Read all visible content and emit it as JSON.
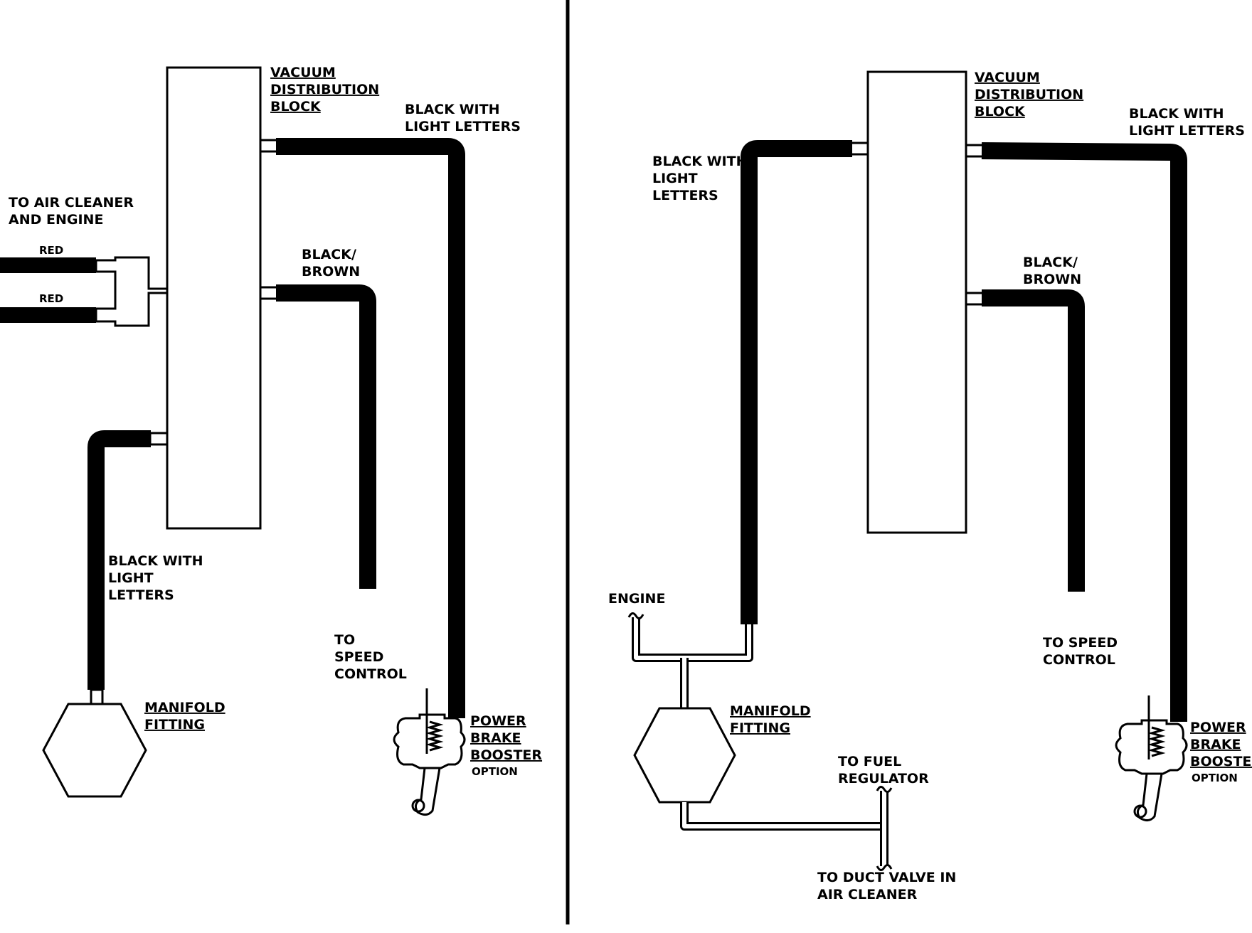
{
  "colors": {
    "ink": "#000000",
    "paper": "#ffffff"
  },
  "left": {
    "block_label": [
      "VACUUM",
      "DISTRIBUTION",
      "BLOCK"
    ],
    "black_light_top": [
      "BLACK WITH",
      "LIGHT LETTERS"
    ],
    "air_cleaner": [
      "TO AIR CLEANER",
      "AND ENGINE"
    ],
    "red_1": "RED",
    "red_2": "RED",
    "black_brown": [
      "BLACK/",
      "BROWN"
    ],
    "black_light_bottom": [
      "BLACK WITH",
      "LIGHT",
      "LETTERS"
    ],
    "speed_control": [
      "TO",
      "SPEED",
      "CONTROL"
    ],
    "manifold": [
      "MANIFOLD",
      "FITTING"
    ],
    "booster": [
      "POWER",
      "BRAKE",
      "BOOSTER"
    ],
    "option": "OPTION"
  },
  "right": {
    "block_label": [
      "VACUUM",
      "DISTRIBUTION",
      "BLOCK"
    ],
    "black_light_top": [
      "BLACK WITH",
      "LIGHT LETTERS"
    ],
    "black_light_left": [
      "BLACK WITH",
      "LIGHT",
      "LETTERS"
    ],
    "black_brown": [
      "BLACK/",
      "BROWN"
    ],
    "engine": "ENGINE",
    "speed_control": [
      "TO SPEED",
      "CONTROL"
    ],
    "manifold": [
      "MANIFOLD",
      "FITTING"
    ],
    "fuel_regulator": [
      "TO FUEL",
      "REGULATOR"
    ],
    "duct_valve": [
      "TO DUCT VALVE IN",
      "AIR CLEANER"
    ],
    "booster": [
      "POWER",
      "BRAKE",
      "BOOSTER"
    ],
    "option": "OPTION"
  }
}
